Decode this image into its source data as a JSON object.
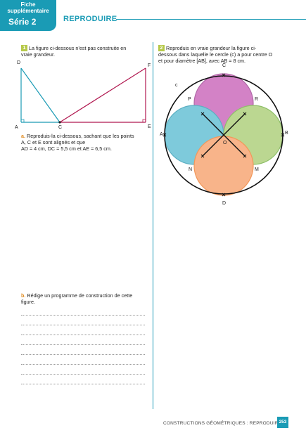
{
  "header": {
    "tab_subtitle": "Fiche supplémentaire",
    "tab_serie": "Série 2",
    "title": "REPRODUIRE"
  },
  "exercise1": {
    "number": "1",
    "intro": [
      "La figure ci-dessous n’est pas construite en",
      "vraie grandeur."
    ],
    "labels": {
      "D": "D",
      "F": "F",
      "A": "A",
      "C": "C",
      "E": "E"
    },
    "part_a_letter": "a.",
    "part_a": [
      "Reproduis-la ci-dessous, sachant que les points",
      "A, C et E sont alignés et que",
      "AD = 4 cm, DC = 5,5 cm et AE = 6,5 cm."
    ],
    "part_b_letter": "b.",
    "part_b": [
      "Rédige un programme de construction de cette",
      "figure."
    ]
  },
  "exercise2": {
    "number": "2",
    "intro": [
      "Reproduis en vraie grandeur la figure ci-",
      "dessous dans laquelle le cercle (c) a pour centre O",
      "et pour diamètre [AB], avec AB = 8 cm."
    ],
    "labels": {
      "c": "c",
      "C": "C",
      "P": "P",
      "R": "R",
      "A": "A",
      "B": "B",
      "O": "O",
      "N": "N",
      "M": "M",
      "D": "D"
    },
    "colors": {
      "top": "#c75fb7",
      "left": "#5bbcd1",
      "right": "#a8cc73",
      "bottom": "#f7a06a"
    }
  },
  "footer": {
    "text": "CONSTRUCTIONS GÉOMÉTRIQUES : REPRODUIRE",
    "page": "253"
  }
}
